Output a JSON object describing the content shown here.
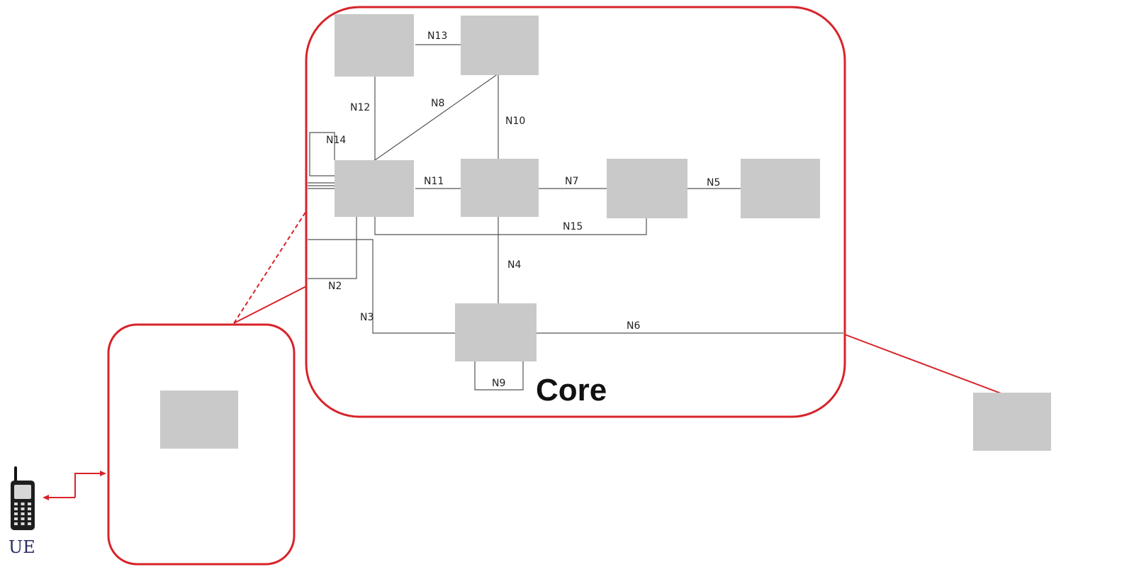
{
  "core_region": {
    "label": "Core",
    "border_color": "#d8232a"
  },
  "ran_region": {
    "border_color": "#d8232a"
  },
  "box_color": "#c9c9c9",
  "ue": {
    "label": "UE",
    "icon": "mobile-phone-icon"
  },
  "interfaces": {
    "n2": "N2",
    "n3": "N3",
    "n4": "N4",
    "n5": "N5",
    "n6": "N6",
    "n7": "N7",
    "n8": "N8",
    "n9": "N9",
    "n10": "N10",
    "n11": "N11",
    "n12": "N12",
    "n13": "N13",
    "n14": "N14",
    "n15": "N15"
  }
}
